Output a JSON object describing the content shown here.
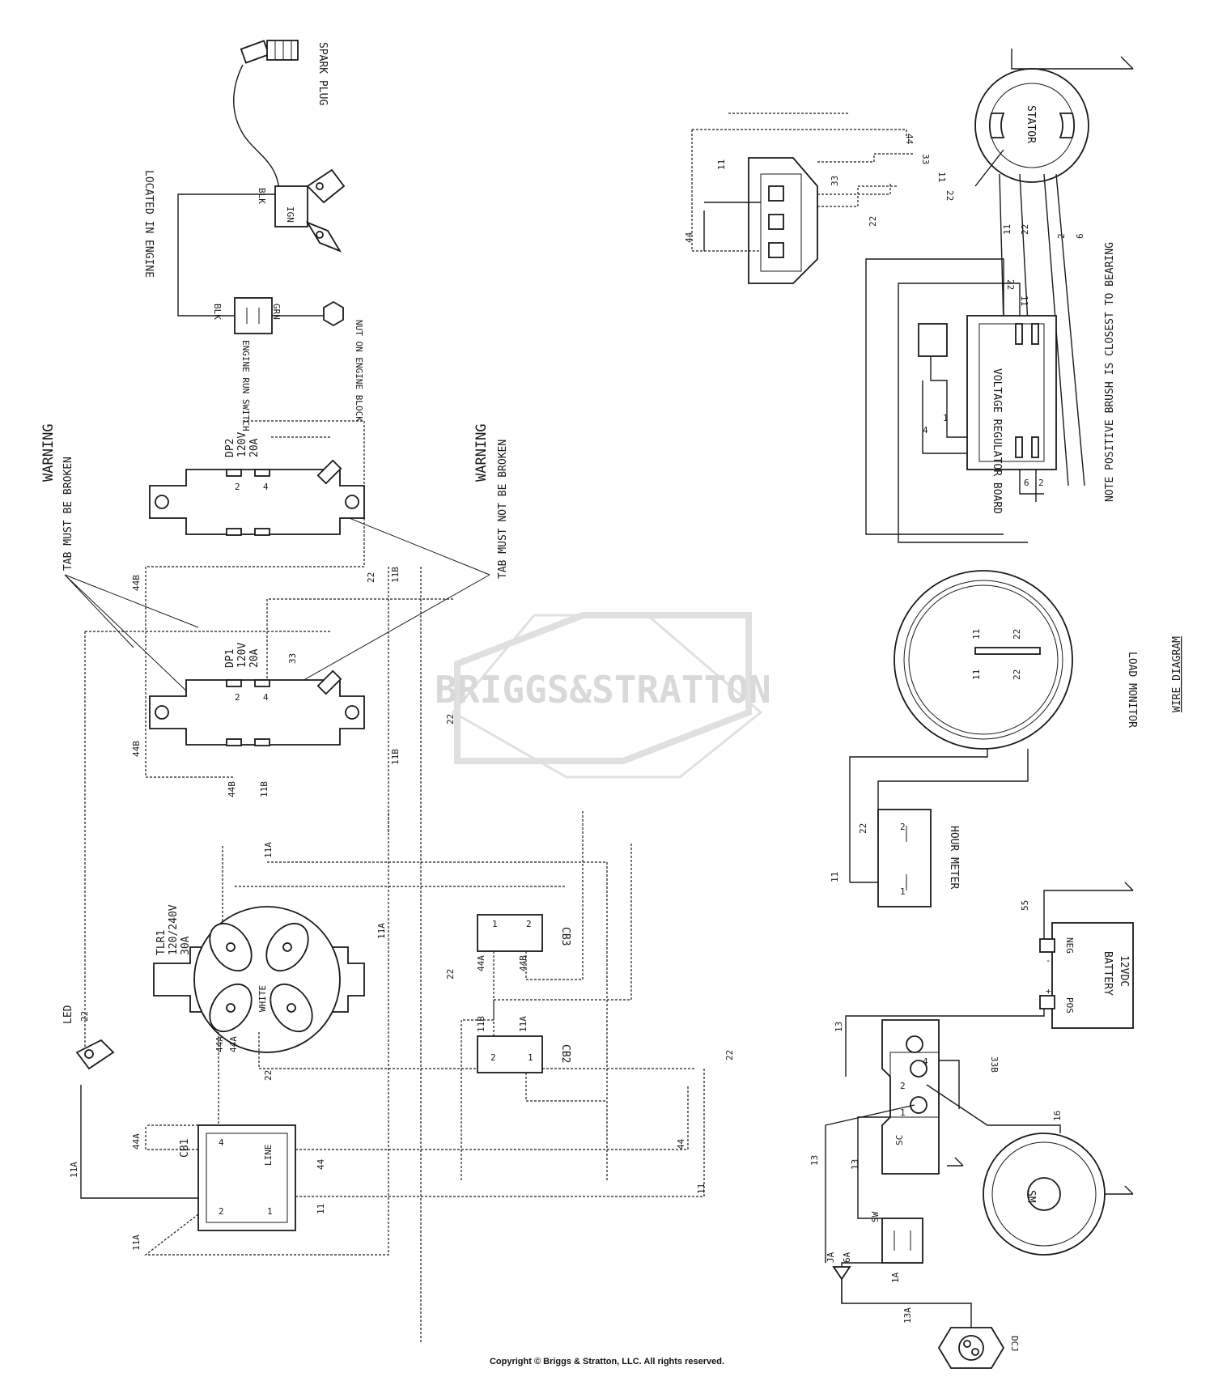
{
  "watermark": {
    "text": "BRIGGS&STRATTON"
  },
  "title": "WIRE DIAGRAM",
  "copyright": "Copyright © Briggs & Stratton, LLC. All rights reserved.",
  "warnings": {
    "must_be_broken": {
      "heading": "WARNING",
      "text": "TAB MUST BE BROKEN"
    },
    "must_not_be_broken": {
      "heading": "WARNING",
      "text": "TAB MUST NOT BE BROKEN"
    }
  },
  "engine": {
    "spark_plug": "SPARK PLUG",
    "located_in_engine": "LOCATED IN ENGINE",
    "nut_on_engine_block": "NUT ON ENGINE BLOCK",
    "engine_run_switch": "ENGINE RUN SWITCH",
    "blk": "BLK",
    "grn": "GRN",
    "ign": "IGN"
  },
  "stator": {
    "label": "STATOR"
  },
  "note": "NOTE POSITIVE BRUSH IS CLOSEST TO BEARING",
  "voltage_regulator": {
    "label": "VOLTAGE REGULATOR BOARD"
  },
  "load_monitor": {
    "label": "LOAD MONITOR"
  },
  "hour_meter": {
    "label": "HOUR METER"
  },
  "battery": {
    "label": "BATTERY",
    "voltage": "12VDC",
    "neg": "NEG",
    "pos": "POS",
    "minus": "-",
    "plus": "+"
  },
  "duplex_1": {
    "name": "DP1",
    "rating": "120V",
    "amps": "20A"
  },
  "duplex_2": {
    "name": "DP2",
    "rating": "120V",
    "amps": "20A"
  },
  "twist_lock": {
    "name": "TLR1",
    "rating": "120/240V",
    "amps": "30A",
    "white": "WHITE"
  },
  "breakers": {
    "cb1": "CB1",
    "cb2": "CB2",
    "cb3": "CB3",
    "line": "LINE"
  },
  "led": "LED",
  "starter": {
    "sm": "SM",
    "sc": "SC",
    "sw": "SW",
    "fuse": "JA",
    "fuse_rating": "6A"
  },
  "dcj": "DCJ",
  "wire_numbers": {
    "w44": "44",
    "w33": "33",
    "w22": "22",
    "w11": "11",
    "w2": "2",
    "w6": "6",
    "w4": "4",
    "w1": "1",
    "w44B": "44B",
    "w11B": "11B",
    "w11A": "11A",
    "w44A": "44A",
    "w13": "13",
    "w13A": "13A",
    "w16": "16",
    "w55": "55",
    "w1A": "1A",
    "w33B": "33B"
  }
}
